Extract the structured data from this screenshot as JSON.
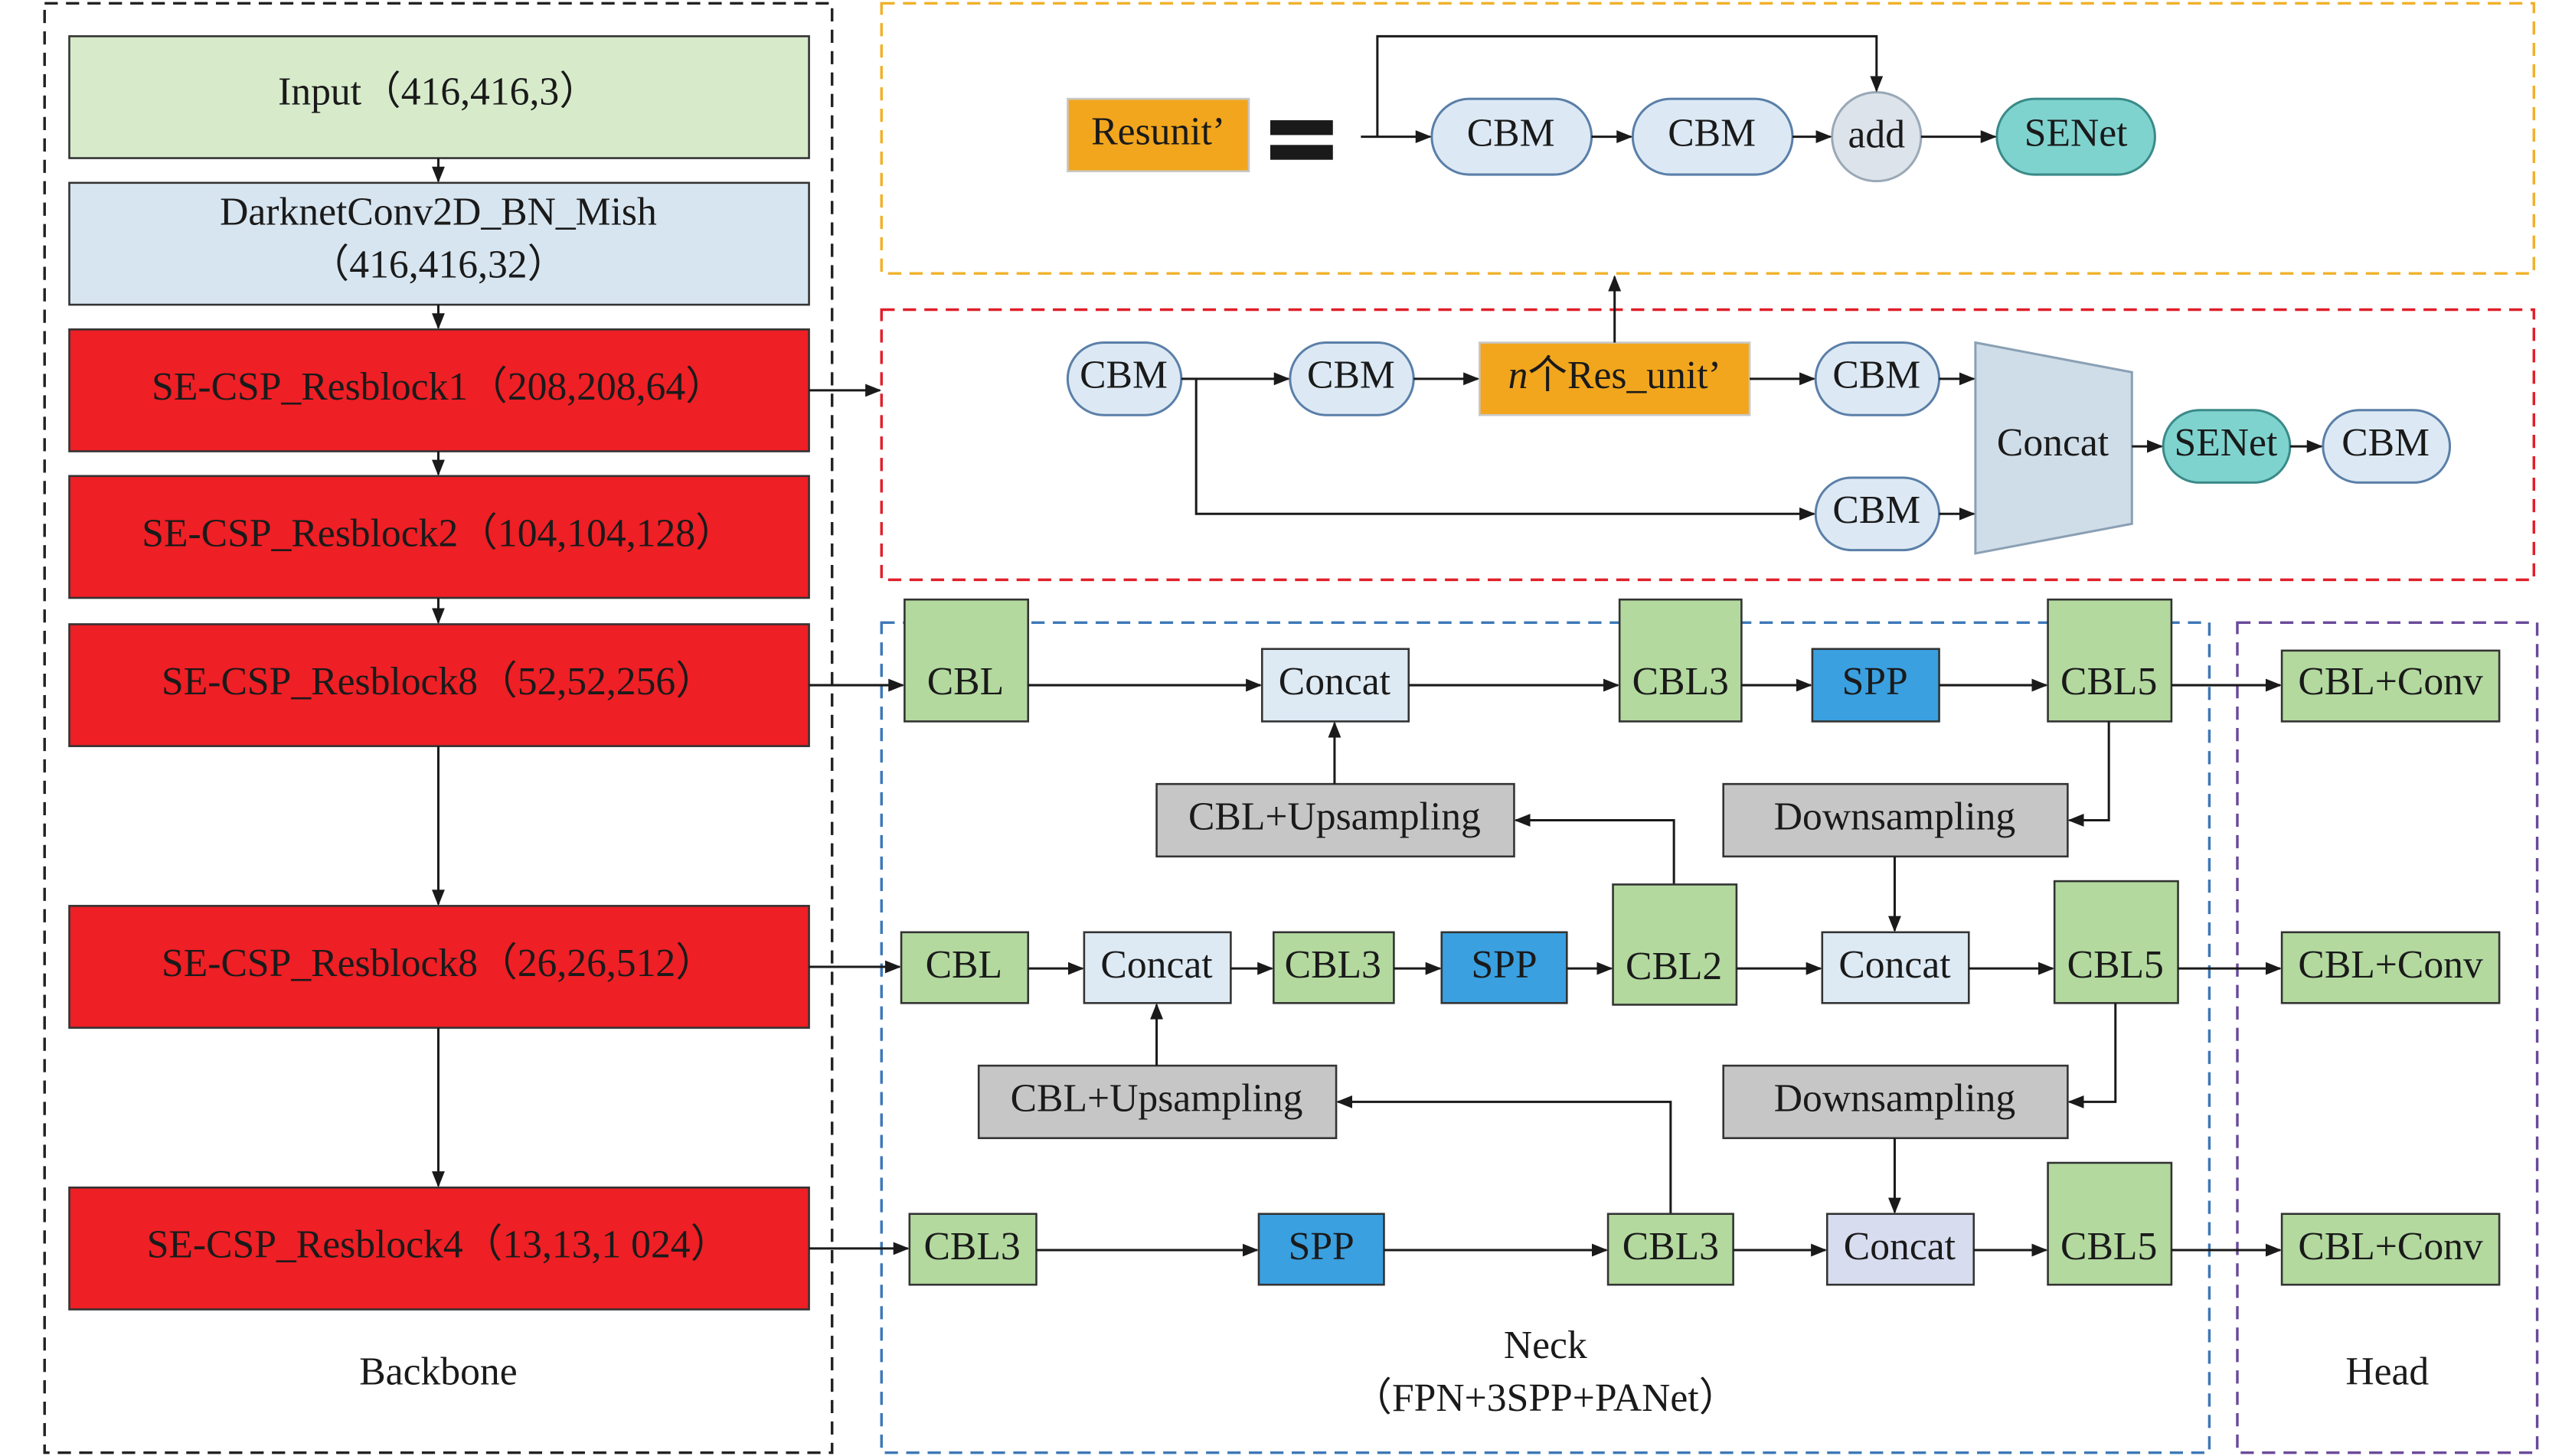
{
  "colors": {
    "input": "#d7ebcb",
    "conv": "#d7e5f0",
    "resblock": "#ee1f25",
    "cbl": "#b3d99f",
    "spp": "#3aa0e0",
    "concat": "#dde9f3",
    "concat2": "#d8dcef",
    "gray": "#c6c6c6",
    "orange": "#f2a61d",
    "cbm": "#dce9f4",
    "senet": "#7fd3cf",
    "add": "#dce3ea",
    "trap": "#cfdde8",
    "backbone_border": "#222222",
    "resunit_border": "#f0b12a",
    "csp_border": "#e0202a",
    "neck_border": "#3d78b8",
    "head_border": "#6a4a9a"
  },
  "backbone": {
    "label": "Backbone",
    "input": "Input（416,416,3）",
    "conv_line1": "DarknetConv2D_BN_Mish",
    "conv_line2": "（416,416,32）",
    "res1": "SE-CSP_Resblock1（208,208,64）",
    "res2": "SE-CSP_Resblock2（104,104,128）",
    "res3": "SE-CSP_Resblock8（52,52,256）",
    "res4": "SE-CSP_Resblock8（26,26,512）",
    "res5": "SE-CSP_Resblock4（13,13,1 024）"
  },
  "resunit": {
    "title": "Resunit’",
    "cbm1": "CBM",
    "cbm2": "CBM",
    "add": "add",
    "senet": "SENet"
  },
  "csp": {
    "cbm_in": "CBM",
    "cbm_a": "CBM",
    "res_n": "n",
    "res_rest": "个Res_unit’",
    "cbm_b": "CBM",
    "cbm_c": "CBM",
    "concat": "Concat",
    "senet": "SENet",
    "cbm_out": "CBM"
  },
  "neck": {
    "label_line1": "Neck",
    "label_line2": "（FPN+3SPP+PANet）",
    "r1_cbl": "CBL",
    "r1_concat": "Concat",
    "r1_cbl3": "CBL3",
    "r1_spp": "SPP",
    "r1_cbl5": "CBL5",
    "r1_up": "CBL+Upsampling",
    "r1_down": "Downsampling",
    "r2_cbl": "CBL",
    "r2_concat": "Concat",
    "r2_cbl3": "CBL3",
    "r2_spp": "SPP",
    "r2_cbl2": "CBL2",
    "r2_concat2": "Concat",
    "r2_cbl5": "CBL5",
    "r2_up": "CBL+Upsampling",
    "r2_down": "Downsampling",
    "r3_cbl3": "CBL3",
    "r3_spp": "SPP",
    "r3_cbl3b": "CBL3",
    "r3_concat": "Concat",
    "r3_cbl5": "CBL5"
  },
  "head": {
    "label": "Head",
    "conv1": "CBL+Conv",
    "conv2": "CBL+Conv",
    "conv3": "CBL+Conv"
  }
}
